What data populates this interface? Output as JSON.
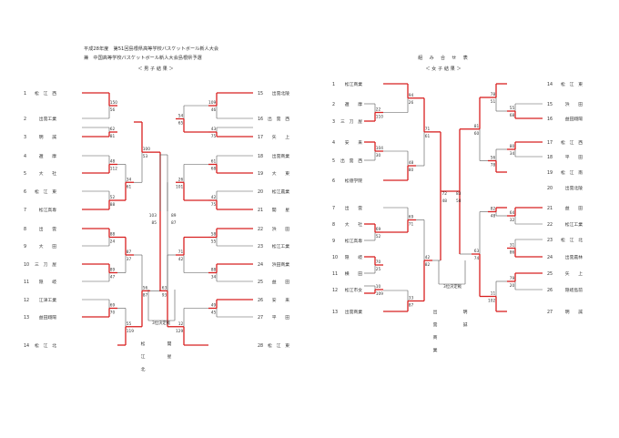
{
  "header": {
    "line1": "平成28年度　第51回島根県高等学校バスケットボール新人大会",
    "line2": "兼　中国高等学校バスケットボール新人大会島根県予選",
    "boys_label": "＜ 男 子 結 果 ＞",
    "pairing_title": "組　み　合　せ　表",
    "girls_label": "＜ 女 子 結 果 ＞"
  },
  "boys": {
    "left_teams": [
      {
        "seed": "1",
        "name": "松　江　西"
      },
      {
        "seed": "2",
        "name": "出雲工業"
      },
      {
        "seed": "3",
        "name": "明　　誠"
      },
      {
        "seed": "4",
        "name": "邇　　摩"
      },
      {
        "seed": "5",
        "name": "大　　社"
      },
      {
        "seed": "6",
        "name": "松　江　東"
      },
      {
        "seed": "7",
        "name": "松江高専"
      },
      {
        "seed": "8",
        "name": "出　　雲"
      },
      {
        "seed": "9",
        "name": "大　　田"
      },
      {
        "seed": "10",
        "name": "三　刀　屋"
      },
      {
        "seed": "11",
        "name": "隠　　岐"
      },
      {
        "seed": "12",
        "name": "江津工業"
      },
      {
        "seed": "13",
        "name": "益田翔陽"
      },
      {
        "seed": "14",
        "name": "松　江　北"
      }
    ],
    "right_teams": [
      {
        "seed": "15",
        "name": "出雲北陵"
      },
      {
        "seed": "16",
        "name": "出　雲　西"
      },
      {
        "seed": "17",
        "name": "矢　　上"
      },
      {
        "seed": "18",
        "name": "出雲商業"
      },
      {
        "seed": "19",
        "name": "大　　東"
      },
      {
        "seed": "20",
        "name": "松江農業"
      },
      {
        "seed": "21",
        "name": "開　　星"
      },
      {
        "seed": "22",
        "name": "浜　　田"
      },
      {
        "seed": "23",
        "name": "松江工業"
      },
      {
        "seed": "24",
        "name": "浜田商業"
      },
      {
        "seed": "25",
        "name": "益　　田"
      },
      {
        "seed": "26",
        "name": "安　　来"
      },
      {
        "seed": "27",
        "name": "平　　田"
      },
      {
        "seed": "28",
        "name": "松　江　東"
      }
    ],
    "scores": {
      "l_r1a": [
        "150",
        "56"
      ],
      "l_r1b": [
        "62",
        "81"
      ],
      "l_r1c": [
        "48",
        "112"
      ],
      "l_r1d": [
        "52",
        "88"
      ],
      "l_r1e": [
        "34",
        "61"
      ],
      "l_r1f": [
        "88",
        "24"
      ],
      "l_r1g": [
        "89",
        "47"
      ],
      "l_r1h": [
        "69",
        "70"
      ],
      "l_r1i": [
        "87",
        "37"
      ],
      "l_r2a": [
        "100",
        "53"
      ],
      "l_r2b": [
        "55",
        "119"
      ],
      "l_r3": [
        "56",
        "87"
      ],
      "r_r1a": [
        "109",
        "46"
      ],
      "r_r1b": [
        "43",
        "75"
      ],
      "r_r1c": [
        "61",
        "68"
      ],
      "r_r1d": [
        "42",
        "75"
      ],
      "r_r1e": [
        "58",
        "55"
      ],
      "r_r1f": [
        "88",
        "34"
      ],
      "r_r1g": [
        "49",
        "45"
      ],
      "r_r2a": [
        "54",
        "65"
      ],
      "r_r2b": [
        "26",
        "101"
      ],
      "r_r2c": [
        "71",
        "42"
      ],
      "r_r2d": [
        "12",
        "129"
      ],
      "r_r3": [
        "63",
        "93"
      ],
      "final": [
        "103",
        "85",
        "89",
        "87"
      ]
    },
    "third_place": {
      "label": "3位決定戦",
      "team_left": "松　江　北",
      "team_right": "開　　星"
    }
  },
  "girls": {
    "left_teams": [
      {
        "seed": "1",
        "name": "松江商業"
      },
      {
        "seed": "2",
        "name": "邇　　摩"
      },
      {
        "seed": "3",
        "name": "三　刀　屋"
      },
      {
        "seed": "4",
        "name": "安　　来"
      },
      {
        "seed": "5",
        "name": "出　雲　西"
      },
      {
        "seed": "6",
        "name": "松徳学院"
      },
      {
        "seed": "7",
        "name": "出　　雲"
      },
      {
        "seed": "8",
        "name": "大　　社"
      },
      {
        "seed": "9",
        "name": "松江高専"
      },
      {
        "seed": "10",
        "name": "隠　　岐"
      },
      {
        "seed": "11",
        "name": "横　　田"
      },
      {
        "seed": "12",
        "name": "松江市女"
      },
      {
        "seed": "13",
        "name": "出雲商業"
      }
    ],
    "right_teams": [
      {
        "seed": "14",
        "name": "松　江　東"
      },
      {
        "seed": "15",
        "name": "浜　　田"
      },
      {
        "seed": "16",
        "name": "益田翔陽"
      },
      {
        "seed": "17",
        "name": "松　江　西"
      },
      {
        "seed": "18",
        "name": "平　　田"
      },
      {
        "seed": "19",
        "name": "松　江　南"
      },
      {
        "seed": "20",
        "name": "出雲北陵"
      },
      {
        "seed": "21",
        "name": "益　　田"
      },
      {
        "seed": "22",
        "name": "松江工業"
      },
      {
        "seed": "23",
        "name": "松　江　北"
      },
      {
        "seed": "24",
        "name": "出雲農林"
      },
      {
        "seed": "25",
        "name": "矢　　上"
      },
      {
        "seed": "26",
        "name": "隠岐島前"
      },
      {
        "seed": "27",
        "name": "明　　誠"
      }
    ],
    "scores": {
      "l_r1a": [
        "22",
        "110"
      ],
      "l_r1b": [
        "104",
        "30"
      ],
      "l_r1c": [
        "69",
        "52"
      ],
      "l_r1d": [
        "70",
        "25"
      ],
      "l_r1e": [
        "10",
        "109"
      ],
      "l_r2a": [
        "94",
        "26"
      ],
      "l_r2b": [
        "48",
        "80"
      ],
      "l_r2c": [
        "69",
        "71"
      ],
      "l_r2d": [
        "33",
        "87"
      ],
      "l_r3a": [
        "71",
        "61"
      ],
      "l_r3b": [
        "42",
        "82"
      ],
      "r_r1a": [
        "55",
        "68"
      ],
      "r_r1b": [
        "80",
        "34"
      ],
      "r_r1c": [
        "64",
        "32"
      ],
      "r_r1d": [
        "31",
        "86"
      ],
      "r_r1e": [
        "79",
        "20"
      ],
      "r_r2a": [
        "78",
        "51"
      ],
      "r_r2b": [
        "56",
        "78"
      ],
      "r_r2c": [
        "82",
        "48"
      ],
      "r_r2d": [
        "11",
        "102"
      ],
      "r_r3a": [
        "81",
        "60"
      ],
      "r_r3b": [
        "63",
        "74"
      ],
      "final": [
        "72",
        "48",
        "83",
        "58"
      ]
    },
    "third_place": {
      "label": "3位決定戦",
      "team_left": "出　雲　商　業",
      "team_right": "明　　誠"
    }
  }
}
